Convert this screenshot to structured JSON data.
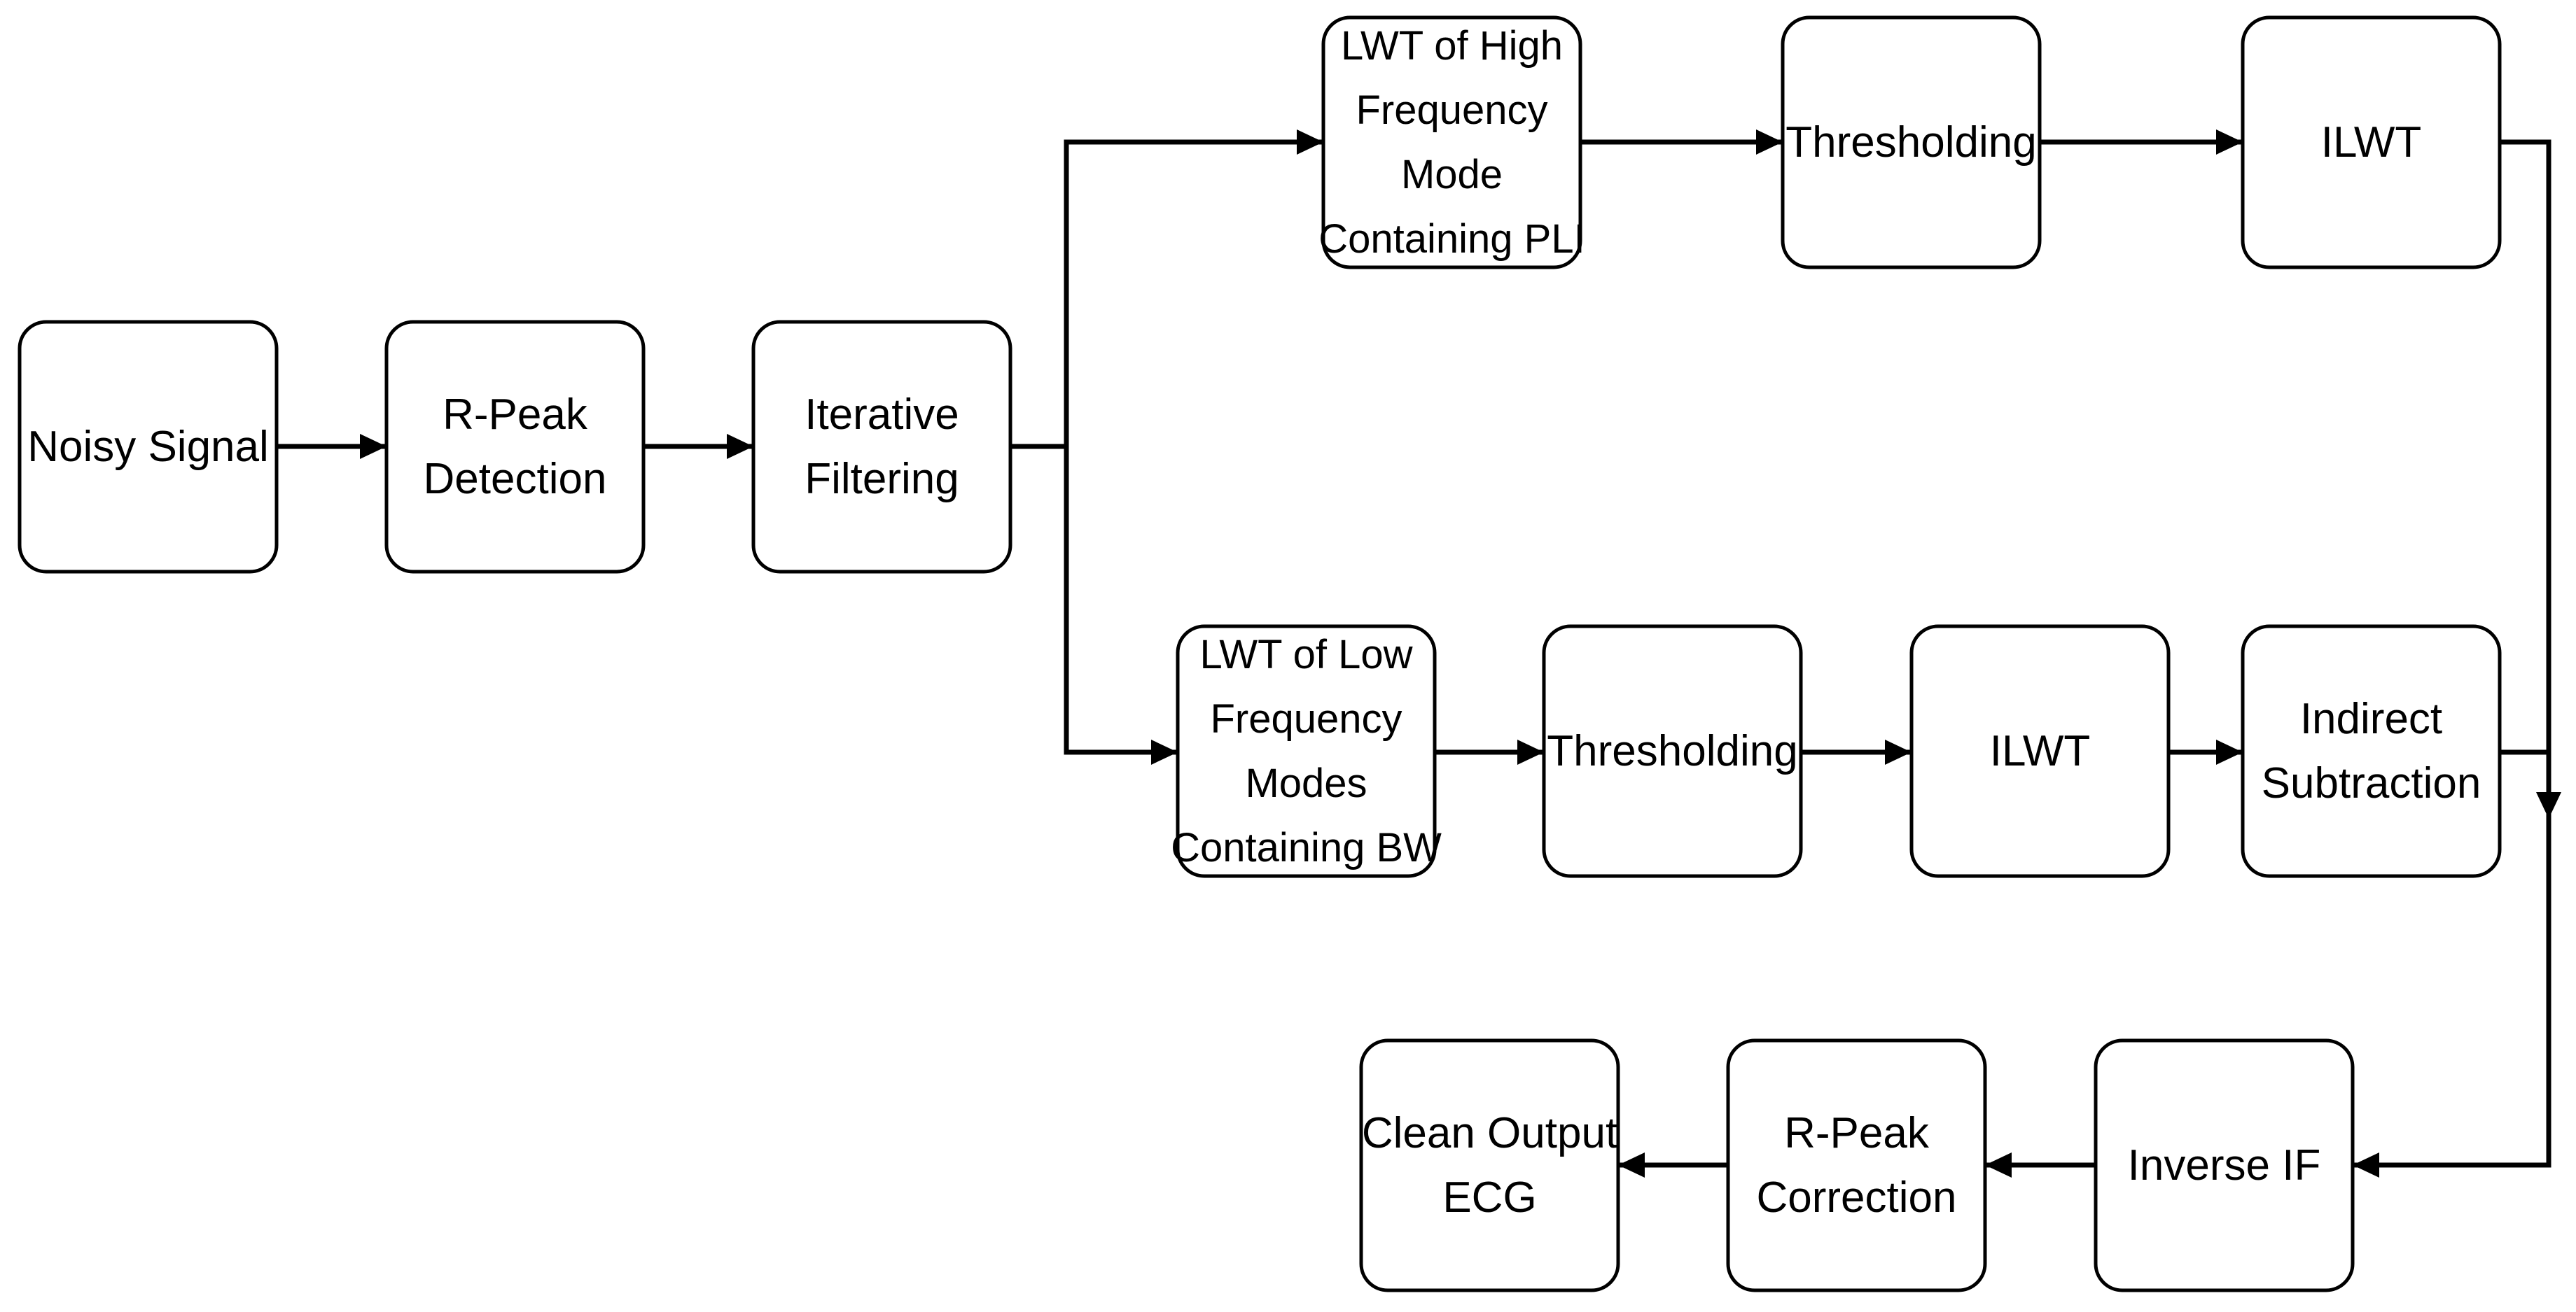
{
  "diagram": {
    "nodes": [
      {
        "id": "noisy",
        "lines": [
          "Noisy Signal"
        ]
      },
      {
        "id": "rpeak-det",
        "lines": [
          "R-Peak",
          "Detection"
        ]
      },
      {
        "id": "iter-filt",
        "lines": [
          "Iterative",
          "Filtering"
        ]
      },
      {
        "id": "lwt-high",
        "lines": [
          "LWT of High",
          "Frequency",
          "Mode",
          "Containing PLI"
        ]
      },
      {
        "id": "thresh-high",
        "lines": [
          "Thresholding"
        ]
      },
      {
        "id": "ilwt-high",
        "lines": [
          "ILWT"
        ]
      },
      {
        "id": "lwt-low",
        "lines": [
          "LWT of Low",
          "Frequency",
          "Modes",
          "Containing BW"
        ]
      },
      {
        "id": "thresh-low",
        "lines": [
          "Thresholding"
        ]
      },
      {
        "id": "ilwt-low",
        "lines": [
          "ILWT"
        ]
      },
      {
        "id": "indirect-sub",
        "lines": [
          "Indirect",
          "Subtraction"
        ]
      },
      {
        "id": "inverse-if",
        "lines": [
          "Inverse IF"
        ]
      },
      {
        "id": "rpeak-corr",
        "lines": [
          "R-Peak",
          "Correction"
        ]
      },
      {
        "id": "clean-output",
        "lines": [
          "Clean Output",
          "ECG"
        ]
      }
    ],
    "edges": [
      {
        "from": "noisy",
        "to": "rpeak-det"
      },
      {
        "from": "rpeak-det",
        "to": "iter-filt"
      },
      {
        "from": "iter-filt",
        "to": "lwt-high"
      },
      {
        "from": "iter-filt",
        "to": "lwt-low"
      },
      {
        "from": "lwt-high",
        "to": "thresh-high"
      },
      {
        "from": "thresh-high",
        "to": "ilwt-high"
      },
      {
        "from": "lwt-low",
        "to": "thresh-low"
      },
      {
        "from": "thresh-low",
        "to": "ilwt-low"
      },
      {
        "from": "ilwt-low",
        "to": "indirect-sub"
      },
      {
        "from": "ilwt-high",
        "to": "inverse-if"
      },
      {
        "from": "indirect-sub",
        "to": "inverse-if"
      },
      {
        "from": "inverse-if",
        "to": "rpeak-corr"
      },
      {
        "from": "rpeak-corr",
        "to": "clean-output"
      }
    ]
  }
}
